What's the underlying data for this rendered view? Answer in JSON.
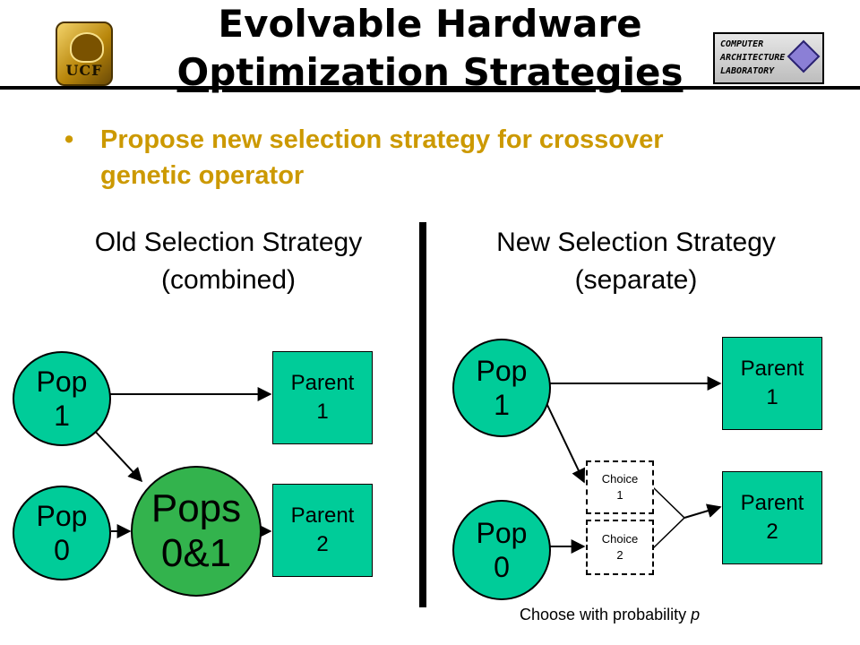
{
  "header": {
    "title_line1": "Evolvable Hardware",
    "title_line2": "Optimization Strategies",
    "logo_left_text": "UCF",
    "logo_right_text": "COMPUTER\nARCHITECTURE\nLABORATORY"
  },
  "bullet": {
    "marker": "•",
    "text": "Propose new selection strategy for crossover genetic operator"
  },
  "old_strategy": {
    "heading": "Old Selection Strategy\n(combined)",
    "pop1": "Pop\n1",
    "pop0": "Pop\n0",
    "pops01": "Pops\n0&1",
    "parent1": "Parent\n1",
    "parent2": "Parent\n2"
  },
  "new_strategy": {
    "heading": "New Selection Strategy\n(separate)",
    "pop1": "Pop\n1",
    "pop0": "Pop\n0",
    "choice1": "Choice\n1",
    "choice2": "Choice\n2",
    "parent1": "Parent\n1",
    "parent2": "Parent\n2",
    "footnote_text": "Choose with probability ",
    "footnote_var": "p"
  },
  "colors": {
    "node_fill": "#00cc99",
    "pops_fill": "#33b34d",
    "bullet_text": "#cc9900"
  }
}
